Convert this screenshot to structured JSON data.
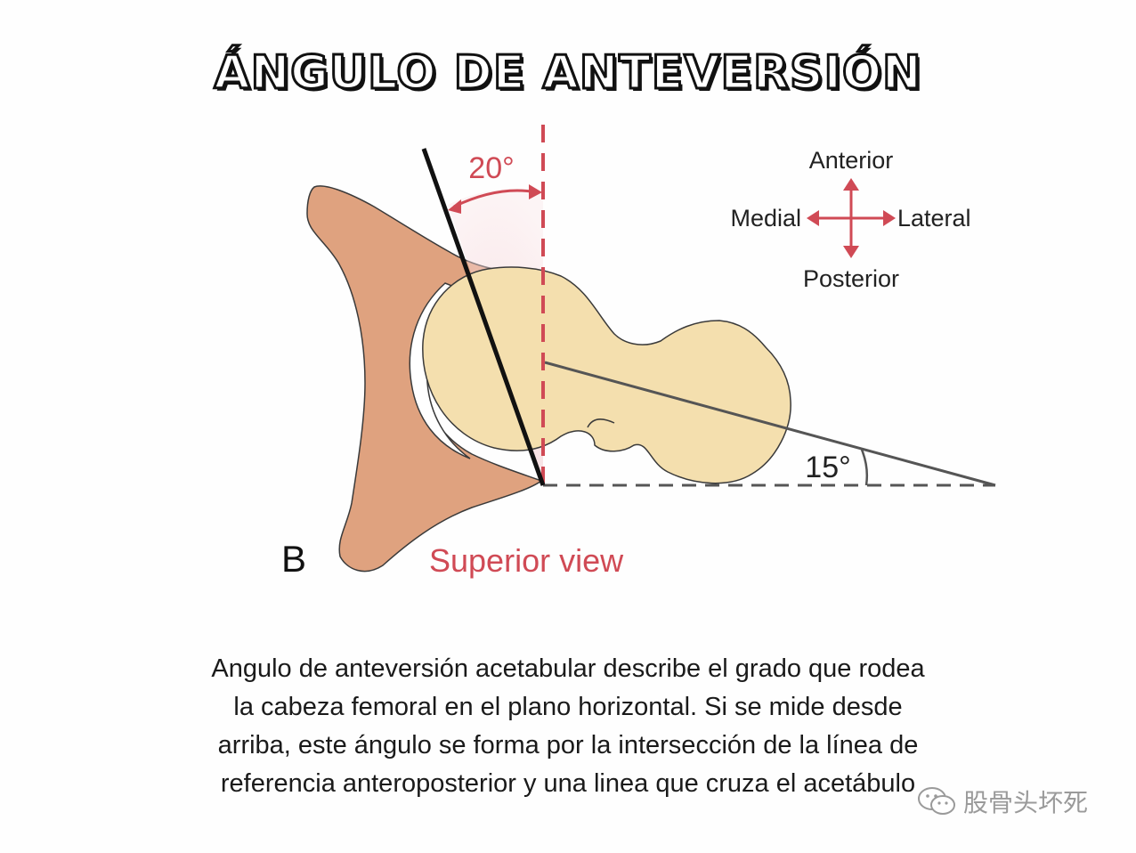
{
  "title": "ÁNGULO DE ANTEVERSIÓN",
  "figure": {
    "angle_acetabular": "20°",
    "angle_femoral": "15°",
    "panel_letter": "B",
    "view_label": "Superior view",
    "directions": {
      "anterior": "Anterior",
      "posterior": "Posterior",
      "medial": "Medial",
      "lateral": "Lateral"
    },
    "colors": {
      "pelvis": "#DFA27F",
      "femur": "#F4DFAE",
      "reference_line": "#D04A55",
      "outline": "#3a3a3a"
    }
  },
  "caption": [
    "Angulo de anteversión acetabular describe el grado que rodea",
    "la cabeza femoral en el plano horizontal. Si se mide desde",
    "arriba, este ángulo se forma por la intersección de la línea de",
    "referencia anteroposterior y una linea que cruza el acetábulo"
  ],
  "watermark": "股骨头坏死"
}
